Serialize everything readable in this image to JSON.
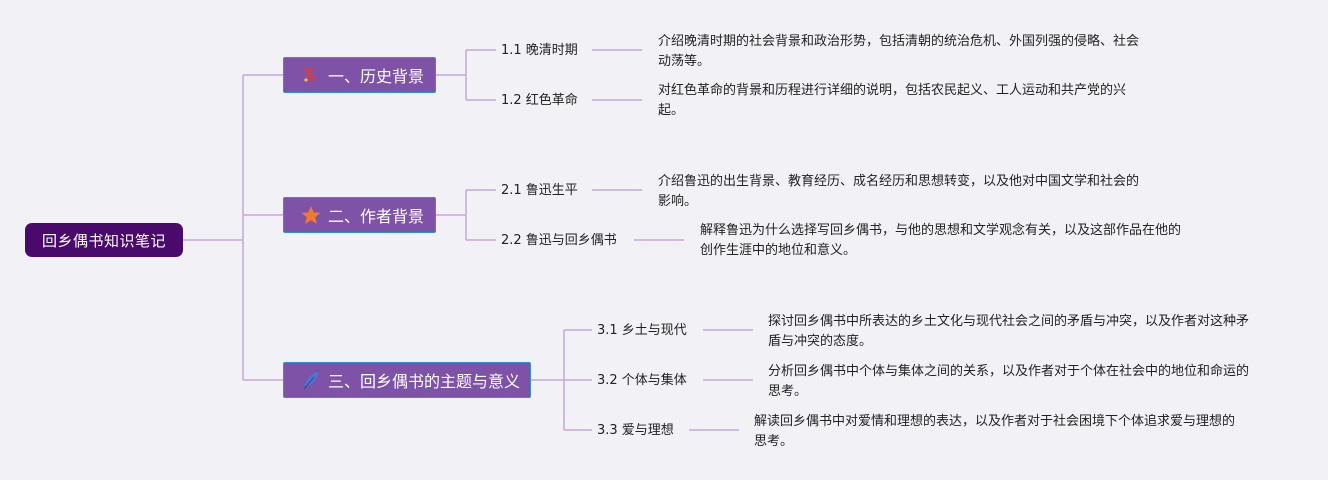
{
  "root": {
    "label": "回乡偶书知识笔记"
  },
  "branches": [
    {
      "label": "一、历史背景",
      "icon": "hammer-sickle-icon",
      "items": [
        {
          "label": "1.1 晚清时期",
          "desc": "介绍晚清时期的社会背景和政治形势，包括清朝的统治危机、外国列强的侵略、社会动荡等。"
        },
        {
          "label": "1.2 红色革命",
          "desc": "对红色革命的背景和历程进行详细的说明，包括农民起义、工人运动和共产党的兴起。"
        }
      ]
    },
    {
      "label": "二、作者背景",
      "icon": "star-icon",
      "items": [
        {
          "label": "2.1 鲁迅生平",
          "desc": "介绍鲁迅的出生背景、教育经历、成名经历和思想转变，以及他对中国文学和社会的影响。"
        },
        {
          "label": "2.2 鲁迅与回乡偶书",
          "desc": "解释鲁迅为什么选择写回乡偶书，与他的思想和文学观念有关，以及这部作品在他的创作生涯中的地位和意义。"
        }
      ]
    },
    {
      "label": "三、回乡偶书的主题与意义",
      "icon": "feather-icon",
      "items": [
        {
          "label": "3.1 乡土与现代",
          "desc": "探讨回乡偶书中所表达的乡土文化与现代社会之间的矛盾与冲突，以及作者对这种矛盾与冲突的态度。"
        },
        {
          "label": "3.2 个体与集体",
          "desc": "分析回乡偶书中个体与集体之间的关系，以及作者对于个体在社会中的地位和命运的思考。"
        },
        {
          "label": "3.3 爱与理想",
          "desc": "解读回乡偶书中对爱情和理想的表达，以及作者对于社会困境下个体追求爱与理想的思考。"
        }
      ]
    }
  ],
  "colors": {
    "background": "#f2f1f6",
    "root_fill": "#4a0a6b",
    "branch_fill": "#7e52a6",
    "branch_border": "#2f8fd6",
    "connector": "#c4a8dc",
    "text": "#222222"
  }
}
